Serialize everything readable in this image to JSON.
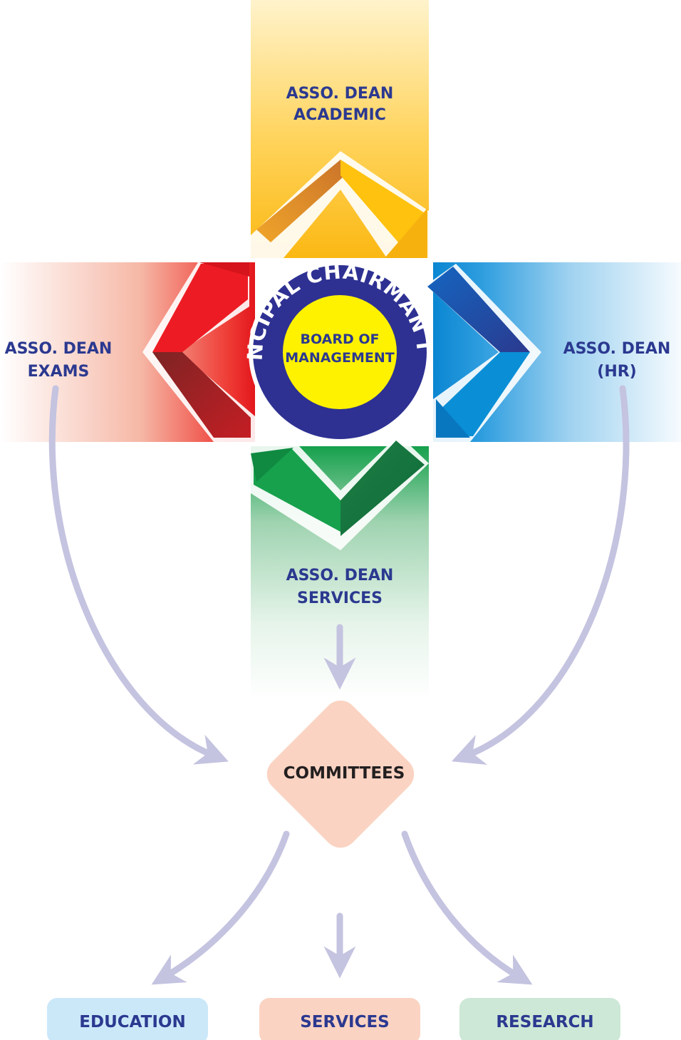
{
  "center": {
    "ring_text": "PRINCIPAL CHAIRMAN IQAC",
    "core_line1": "BOARD OF",
    "core_line2": "MANAGEMENT"
  },
  "top": {
    "line1": "ASSO. DEAN",
    "line2": "ACADEMIC",
    "color": "#ffc20e"
  },
  "left": {
    "line1": "ASSO. DEAN",
    "line2": "EXAMS",
    "color": "#ed1c24"
  },
  "right": {
    "line1": "ASSO. DEAN",
    "line2": "(HR)",
    "color": "#0a8fd6"
  },
  "bottom": {
    "line1": "ASSO. DEAN",
    "line2": "SERVICES",
    "color": "#129a48"
  },
  "committees": {
    "label": "COMMITTEES",
    "color": "#fbd3c2"
  },
  "outcomes": [
    {
      "label": "EDUCATION",
      "color": "#cbe8f9"
    },
    {
      "label": "SERVICES",
      "color": "#fbd3c2"
    },
    {
      "label": "RESEARCH",
      "color": "#cde8d6"
    }
  ],
  "colors": {
    "label_text": "#2b3990",
    "ring": "#2e3192",
    "core": "#fff200",
    "flow_arrow": "#c4c3e0"
  }
}
